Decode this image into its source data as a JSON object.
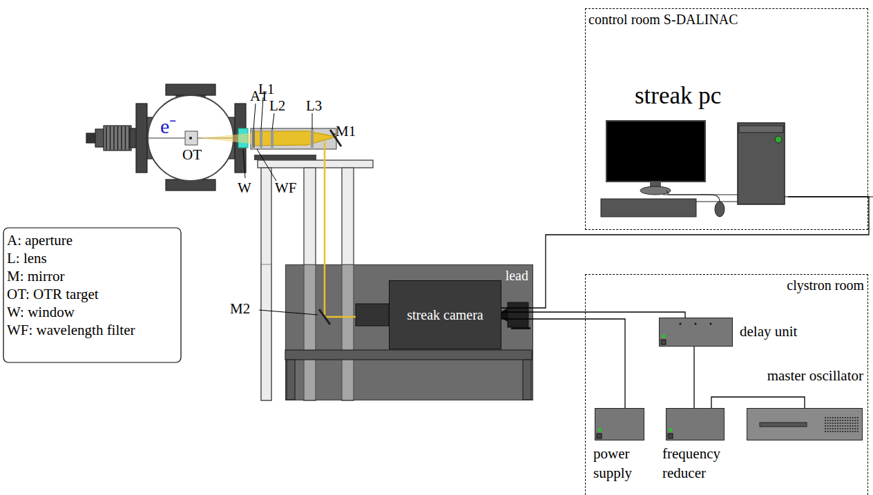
{
  "diagram": {
    "nodes": [
      {
        "text": [
          "control room S-DALINAC"
        ]
      },
      {
        "text": [
          "streak pc"
        ],
        "in": 0
      },
      {
        "text": [
          "lead"
        ]
      },
      {
        "text": [
          "streak camera"
        ],
        "in": 2
      },
      {
        "text": [
          "clystron room"
        ]
      },
      {
        "text": [
          "delay unit"
        ],
        "in": 4
      },
      {
        "text": [
          "power supply"
        ],
        "in": 4
      },
      {
        "text": [
          "frequency reducer"
        ],
        "in": 4
      },
      {
        "text": [
          "master oscillator"
        ],
        "in": 4
      }
    ],
    "edges": [
      {
        "from": 3,
        "to": 1,
        "arrow": "none"
      },
      {
        "from": 3,
        "to": 5,
        "arrow": "none"
      },
      {
        "from": 3,
        "to": 6,
        "arrow": "none"
      },
      {
        "from": 5,
        "to": 7,
        "arrow": "none"
      },
      {
        "from": 7,
        "to": 8,
        "arrow": "none"
      }
    ],
    "labels": [
      "e⁻",
      "OT",
      "A1",
      "L1",
      "L2",
      "L3",
      "M1",
      "W",
      "WF",
      "M2"
    ],
    "legend": [
      {
        "text": "A: aperture"
      },
      {
        "text": "L: lens"
      },
      {
        "text": "M: mirror"
      },
      {
        "text": "OT: OTR target"
      },
      {
        "text": "W: window"
      },
      {
        "text": "WF: wavelength filter"
      }
    ]
  }
}
